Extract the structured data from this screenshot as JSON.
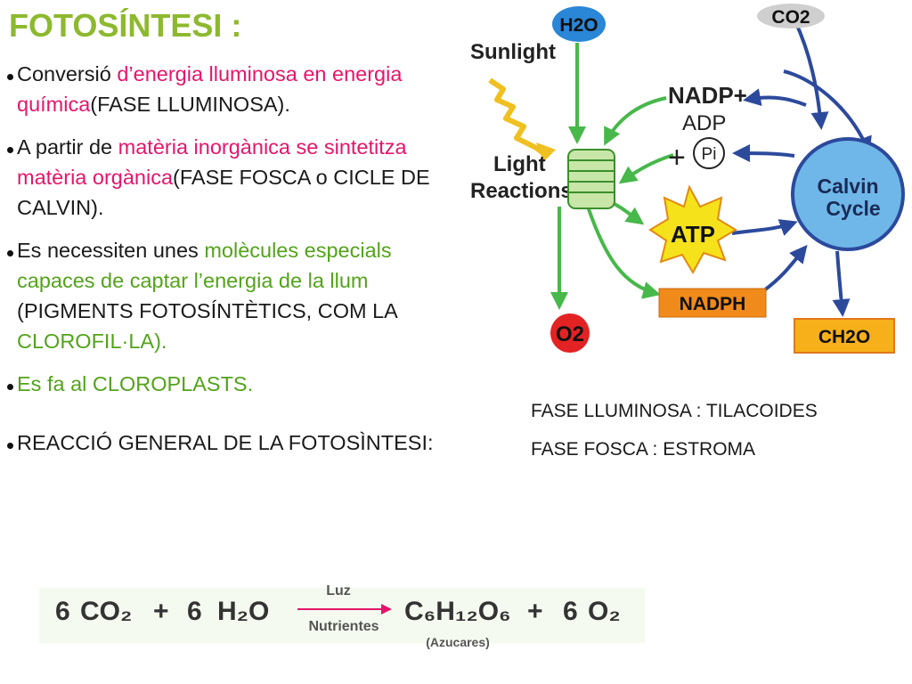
{
  "slide": {
    "title": "FOTOSÍNTESI :"
  },
  "bullets": [
    {
      "parts": [
        {
          "text": "Conversió ",
          "color": "black"
        },
        {
          "text": "d’energia lluminosa en energia química",
          "color": "pink"
        },
        {
          "text": "(FASE LLUMINOSA).",
          "color": "black"
        }
      ]
    },
    {
      "parts": [
        {
          "text": "A partir de ",
          "color": "black"
        },
        {
          "text": "matèria inorgànica se sintetitza matèria orgànica",
          "color": "pink"
        },
        {
          "text": "(FASE FOSCA o CICLE DE CALVIN).",
          "color": "black"
        }
      ]
    },
    {
      "parts": [
        {
          "text": "Es necessiten unes ",
          "color": "black"
        },
        {
          "text": "molècules especials capaces de captar l’energia de la llum",
          "color": "green"
        },
        {
          "text": " (PIGMENTS FOTOSÍNTÈTICS, COM LA ",
          "color": "black"
        },
        {
          "text": "CLOROFIL·LA).",
          "color": "green"
        }
      ]
    },
    {
      "parts": [
        {
          "text": "Es fa al CLOROPLASTS.",
          "color": "green"
        }
      ]
    },
    {
      "parts": [
        {
          "text": "REACCIÓ GENERAL DE LA FOTOSÌNTESI:",
          "color": "black"
        }
      ]
    }
  ],
  "notes": {
    "light_phase": "FASE LLUMINOSA : TILACOIDES",
    "dark_phase": "FASE FOSCA : ESTROMA"
  },
  "diagram": {
    "h2o": "H2O",
    "co2": "CO2",
    "sunlight": "Sunlight",
    "light_reactions_1": "Light",
    "light_reactions_2": "Reactions",
    "nadp": "NADP+",
    "adp": "ADP",
    "plus": "+",
    "pi": "Pi",
    "atp": "ATP",
    "nadph": "NADPH",
    "o2": "O2",
    "calvin_1": "Calvin",
    "calvin_2": "Cycle",
    "ch2o": "CH2O"
  },
  "equation": {
    "coef_co2": "6",
    "co2": "CO₂",
    "plus1": "+",
    "coef_h2o": "6",
    "h2o": "H₂O",
    "arrow_top": "Luz",
    "arrow_bottom": "Nutrientes",
    "glucose": "C₆H₁₂O₆",
    "plus2": "+",
    "coef_o2": "6",
    "o2": "O₂",
    "glucose_note": "(Azucares)"
  },
  "colors": {
    "title": "#8db92e",
    "pink": "#e4166a",
    "green": "#53a31a",
    "arrow_green": "#47b84a",
    "arrow_blue": "#2c4a9c",
    "h2o_fill": "#2a86d6",
    "calvin_fill": "#6fb7e8",
    "atp_fill": "#f6e21a",
    "nadph_fill": "#f08a1a",
    "o2_fill": "#e32224",
    "thylakoid": "#c8e6a8"
  }
}
